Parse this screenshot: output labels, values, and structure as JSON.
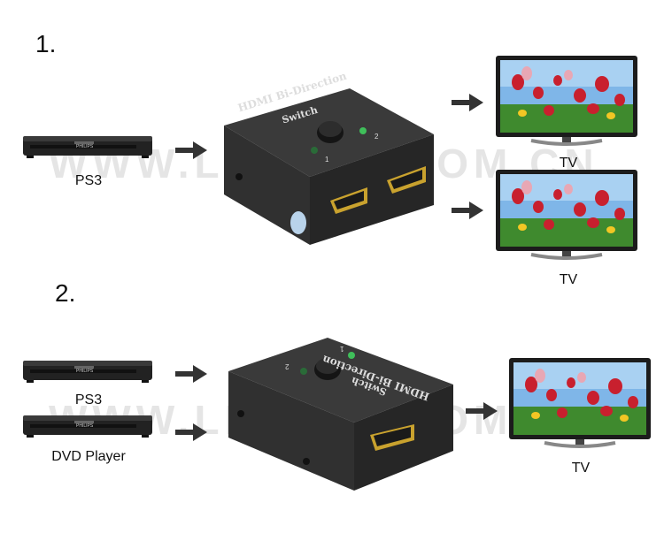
{
  "steps": [
    {
      "number": "1.",
      "sources": [
        {
          "label": "PS3"
        }
      ],
      "switch": {
        "title": "HDMI Bi-Direction",
        "subtitle": "Switch",
        "port_1": "1",
        "port_2": "2"
      },
      "outputs": [
        {
          "label": "TV"
        },
        {
          "label": "TV"
        }
      ]
    },
    {
      "number": "2.",
      "sources": [
        {
          "label": "PS3"
        },
        {
          "label": "DVD Player"
        }
      ],
      "switch": {
        "title": "HDMI Bi-Direction",
        "subtitle": "Switch",
        "port_1": "1",
        "port_2": "2"
      },
      "outputs": [
        {
          "label": "TV"
        }
      ]
    }
  ],
  "watermark": "WWW.LINK-MI.COM.CN",
  "device_brand": "PHILIPS",
  "colors": {
    "arrow": "#333333",
    "box": "#2b2b2b",
    "hdmi_gold": "#c9a22e",
    "led": "#3fbf5a"
  }
}
